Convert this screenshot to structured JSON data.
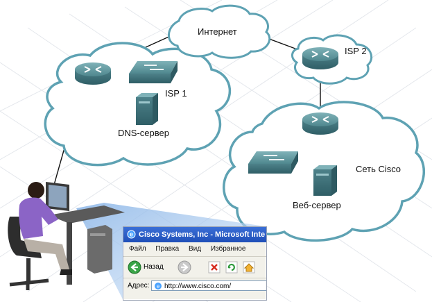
{
  "labels": {
    "internet": "Интернет",
    "isp1": "ISP 1",
    "isp2": "ISP 2",
    "dns_server": "DNS-сервер",
    "cisco_network": "Сеть Cisco",
    "web_server": "Веб-сервер"
  },
  "browser": {
    "title": "Cisco Systems, Inc - Microsoft Inte",
    "menu": [
      "Файл",
      "Правка",
      "Вид",
      "Избранное"
    ],
    "back_label": "Назад",
    "address_label": "Адрес:",
    "address_value": "http://www.cisco.com/"
  },
  "colors": {
    "cloud_stroke": "#5ea2b3",
    "device_teal": "#5b8f96",
    "browser_title": "#2a5cc6"
  },
  "icons": [
    "router-icon",
    "switch-icon",
    "server-icon",
    "user-workstation-icon",
    "back-arrow-icon",
    "forward-arrow-icon",
    "stop-icon",
    "refresh-icon",
    "home-icon"
  ]
}
